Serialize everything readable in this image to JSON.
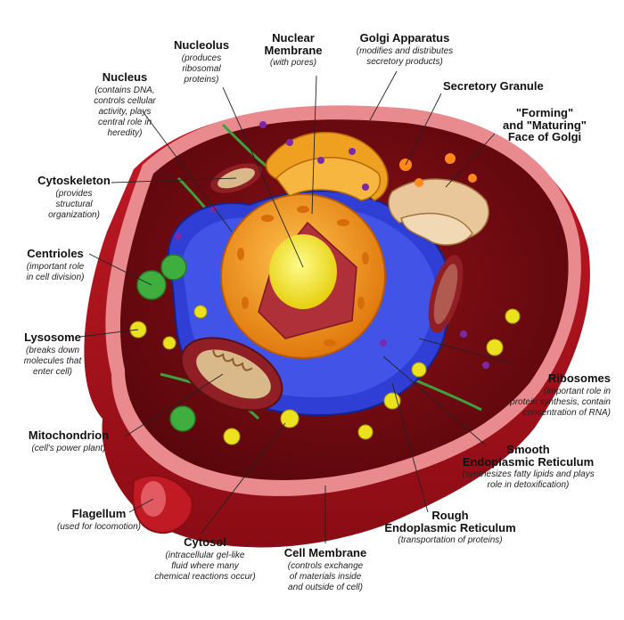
{
  "labels": {
    "nucleolus": {
      "title": "Nucleolus",
      "desc": "(produces\nribosomal\nproteins)"
    },
    "nuclear_membrane": {
      "title": "Nuclear\nMembrane",
      "desc": "(with pores)"
    },
    "golgi": {
      "title": "Golgi Apparatus",
      "desc": "(modifies and distributes\nsecretory products)"
    },
    "secretory": {
      "title": "Secretory Granule",
      "desc": ""
    },
    "forming": {
      "title": "\"Forming\"\nand \"Maturing\"\nFace of Golgi",
      "desc": ""
    },
    "nucleus": {
      "title": "Nucleus",
      "desc": "(contains DNA,\ncontrols cellular\nactivity, plays\ncentral role in\nheredity)"
    },
    "cytoskeleton": {
      "title": "Cytoskeleton",
      "desc": "(provides\nstructural\norganization)"
    },
    "centrioles": {
      "title": "Centrioles",
      "desc": "(important role\nin cell division)"
    },
    "lysosome": {
      "title": "Lysosome",
      "desc": "(breaks down\nmolecules that\nenter cell)"
    },
    "ribosomes": {
      "title": "Ribosomes",
      "desc": "(important role in\nprotein synthesis, contain\nconcentration of RNA)"
    },
    "mitochondrion": {
      "title": "Mitochondrion",
      "desc": "(cell's power plant)"
    },
    "smooth_er": {
      "title": "Smooth\nEndoplasmic Reticulum",
      "desc": "(synthesizes fatty lipids and plays\nrole in detoxification)"
    },
    "flagellum": {
      "title": "Flagellum",
      "desc": "(used for locomotion)"
    },
    "rough_er": {
      "title": "Rough\nEndoplasmic Reticulum",
      "desc": "(transportation of proteins)"
    },
    "cytosol": {
      "title": "Cytosol",
      "desc": "(intracellular gel-like\nfluid where many\nchemical reactions occur)"
    },
    "cell_membrane": {
      "title": "Cell Membrane",
      "desc": "(controls exchange\nof materials inside\nand outside of cell)"
    }
  },
  "colors": {
    "membrane": "#b3121c",
    "cytoplasm": "#7a0b12",
    "er": "#2436c8",
    "nucleus": "#f39a1e",
    "nucleolus": "#f3e52a",
    "golgi": "#e89a14",
    "mitochondria": "#a52a2a",
    "centriole": "#3fae3f",
    "vesicle": "#e8d41e"
  }
}
